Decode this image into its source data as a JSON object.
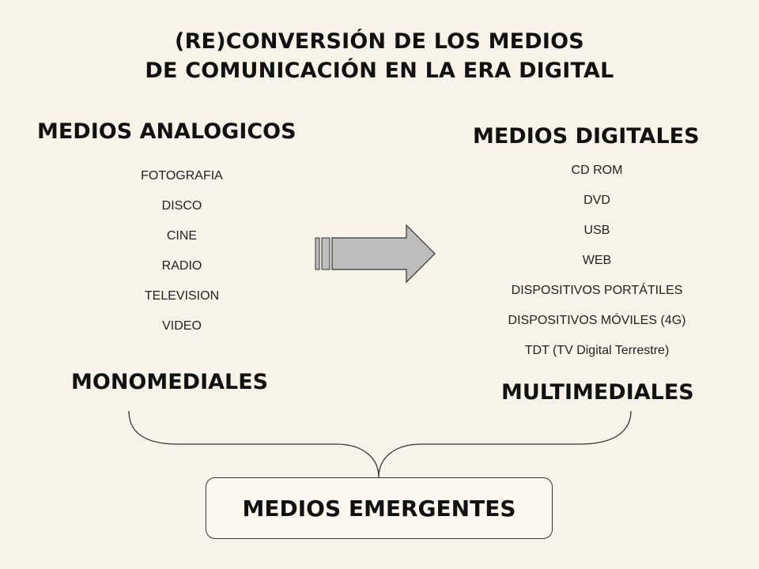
{
  "title": {
    "line1": "(RE)CONVERSIÓN DE LOS MEDIOS",
    "line2": "DE COMUNICACIÓN EN LA ERA DIGITAL"
  },
  "analog": {
    "heading": "MEDIOS ANALOGICOS",
    "items": [
      "FOTOGRAFIA",
      "DISCO",
      "CINE",
      "RADIO",
      "TELEVISION",
      "VIDEO"
    ],
    "category": "MONOMEDIALES"
  },
  "digital": {
    "heading": "MEDIOS DIGITALES",
    "items": [
      "CD ROM",
      "DVD",
      "USB",
      "WEB",
      "DISPOSITIVOS PORTÁTILES",
      "DISPOSITIVOS MÓVILES (4G)",
      "TDT (TV Digital Terrestre)"
    ],
    "category": "MULTIMEDIALES"
  },
  "emergent": {
    "label": "MEDIOS EMERGENTES"
  },
  "colors": {
    "background": "#f8f3e9",
    "arrow_fill": "#bdbdbd",
    "stroke": "#333333"
  },
  "icons": {
    "arrow": "right-arrow-icon",
    "brace": "curly-brace"
  }
}
